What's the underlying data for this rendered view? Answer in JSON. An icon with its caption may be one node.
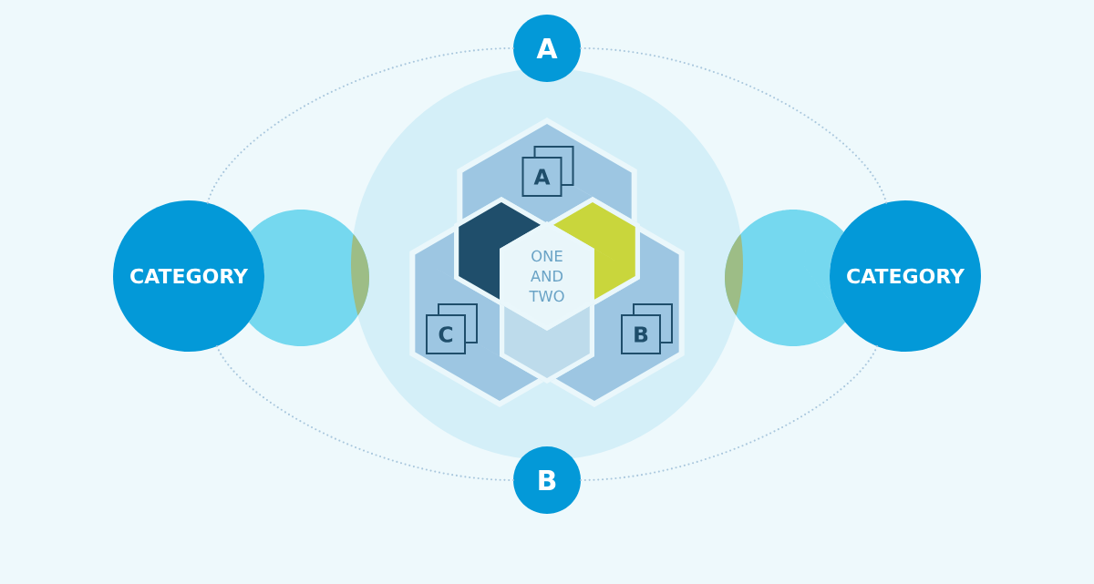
{
  "diagram": {
    "nodes": [
      {
        "text": [
          "A"
        ]
      },
      {
        "text": [
          "CATEGORY"
        ]
      },
      {
        "text": [],
        "shape": "circle"
      },
      {
        "text": [],
        "shape": "circle"
      },
      {
        "text": [],
        "shape": "hexagon",
        "in": 3
      },
      {
        "text": [
          "A"
        ],
        "in": 4
      },
      {
        "text": [],
        "shape": "hexagon",
        "in": 3
      },
      {
        "text": [
          "C"
        ],
        "in": 6
      },
      {
        "text": [],
        "shape": "hexagon",
        "in": 3
      },
      {
        "text": [
          "B"
        ],
        "in": 8
      },
      {
        "text": [],
        "shape": "hexagon",
        "in": 3
      },
      {
        "text": [],
        "shape": "hexagon",
        "in": 3
      },
      {
        "text": [],
        "shape": "hexagon",
        "in": 3
      },
      {
        "text": [
          "ONE AND TWO"
        ],
        "in": 3
      },
      {
        "text": [],
        "shape": "circle"
      },
      {
        "text": [
          "CATEGORY"
        ]
      },
      {
        "text": [
          "B"
        ]
      }
    ],
    "edges": [
      {
        "from": 0,
        "to": 15,
        "arrow": "none",
        "style": "dashed"
      },
      {
        "from": 15,
        "to": 16,
        "arrow": "none",
        "style": "dashed"
      },
      {
        "from": 16,
        "to": 1,
        "arrow": "none",
        "style": "dashed"
      },
      {
        "from": 1,
        "to": 0,
        "arrow": "none",
        "style": "dashed"
      }
    ]
  }
}
